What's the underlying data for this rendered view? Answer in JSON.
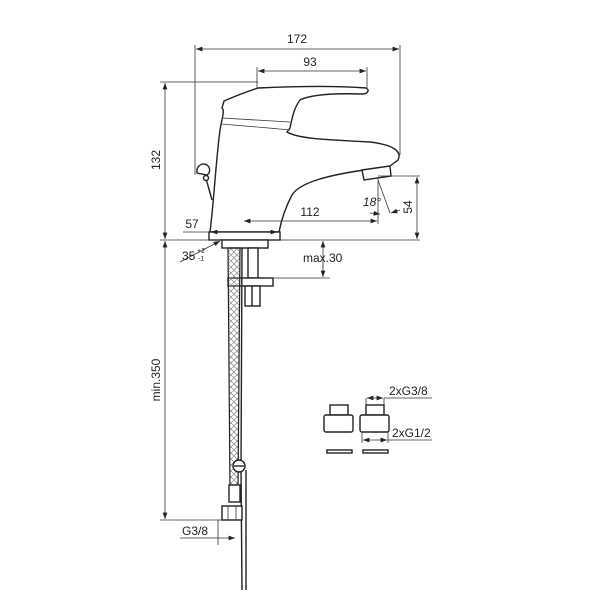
{
  "drawing": {
    "dimensions": {
      "overall_length": "172",
      "lever_length": "93",
      "height": "132",
      "base_diameter": "57",
      "spout_reach": "112",
      "spout_height": "54",
      "spout_angle": "18°",
      "hole_diameter": "35",
      "hole_tol_plus": "+2",
      "hole_tol_minus": "-1",
      "max_deck_thickness": "max.30",
      "min_hose_length": "min.350",
      "hose_thread": "G3/8",
      "adapter_thread_small": "2xG3/8",
      "adapter_thread_large": "2xG1/2"
    }
  }
}
